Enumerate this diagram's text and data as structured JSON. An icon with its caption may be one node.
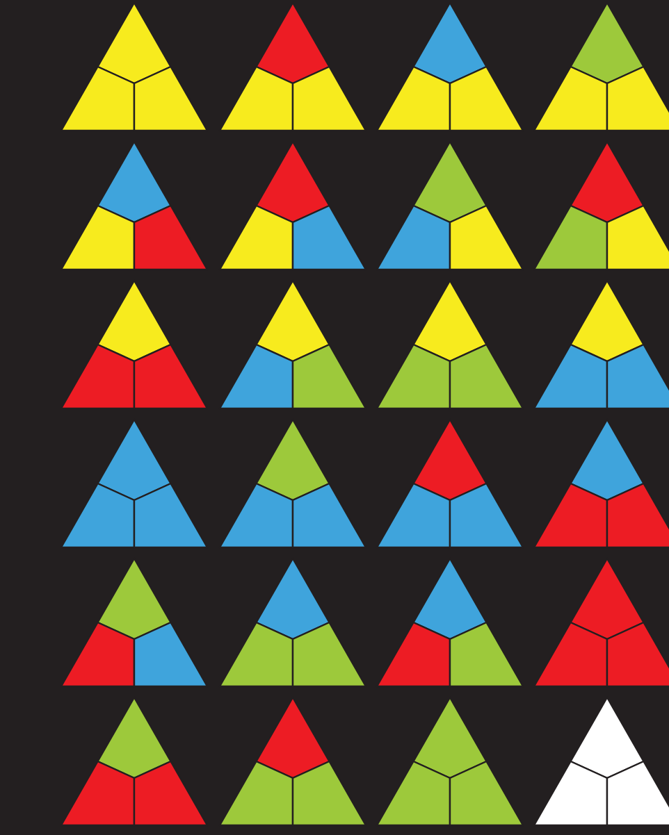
{
  "diagram": {
    "nodes": [
      {
        "text": [],
        "shape": "triangle"
      },
      {
        "text": [],
        "shape": "triangle"
      },
      {
        "text": [],
        "shape": "triangle"
      },
      {
        "text": [],
        "shape": "triangle"
      },
      {
        "text": [],
        "shape": "triangle"
      },
      {
        "text": [],
        "shape": "triangle"
      },
      {
        "text": [],
        "shape": "triangle"
      },
      {
        "text": [],
        "shape": "triangle"
      },
      {
        "text": [],
        "shape": "triangle"
      },
      {
        "text": [],
        "shape": "triangle"
      },
      {
        "text": [],
        "shape": "triangle"
      },
      {
        "text": [],
        "shape": "triangle"
      },
      {
        "text": [],
        "shape": "triangle"
      },
      {
        "text": [],
        "shape": "triangle"
      },
      {
        "text": [],
        "shape": "triangle"
      },
      {
        "text": [],
        "shape": "triangle"
      },
      {
        "text": [],
        "shape": "triangle"
      },
      {
        "text": [],
        "shape": "triangle"
      },
      {
        "text": [],
        "shape": "triangle"
      },
      {
        "text": [],
        "shape": "triangle"
      },
      {
        "text": [],
        "shape": "triangle"
      },
      {
        "text": [],
        "shape": "triangle"
      },
      {
        "text": [],
        "shape": "triangle"
      },
      {
        "text": [],
        "shape": "triangle"
      }
    ]
  }
}
